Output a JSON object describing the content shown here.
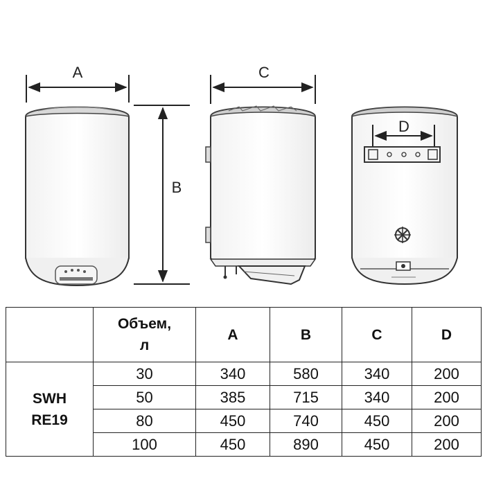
{
  "dimension_labels": {
    "a": "A",
    "b": "B",
    "c": "C",
    "d": "D"
  },
  "table": {
    "headers": {
      "volume_line1": "Объем,",
      "volume_line2": "л",
      "a": "A",
      "b": "B",
      "c": "C",
      "d": "D"
    },
    "model_line1": "SWH",
    "model_line2": "RE19",
    "rows": [
      {
        "volume": "30",
        "a": "340",
        "b": "580",
        "c": "340",
        "d": "200"
      },
      {
        "volume": "50",
        "a": "385",
        "b": "715",
        "c": "340",
        "d": "200"
      },
      {
        "volume": "80",
        "a": "450",
        "b": "740",
        "c": "450",
        "d": "200"
      },
      {
        "volume": "100",
        "a": "450",
        "b": "890",
        "c": "450",
        "d": "200"
      }
    ]
  }
}
